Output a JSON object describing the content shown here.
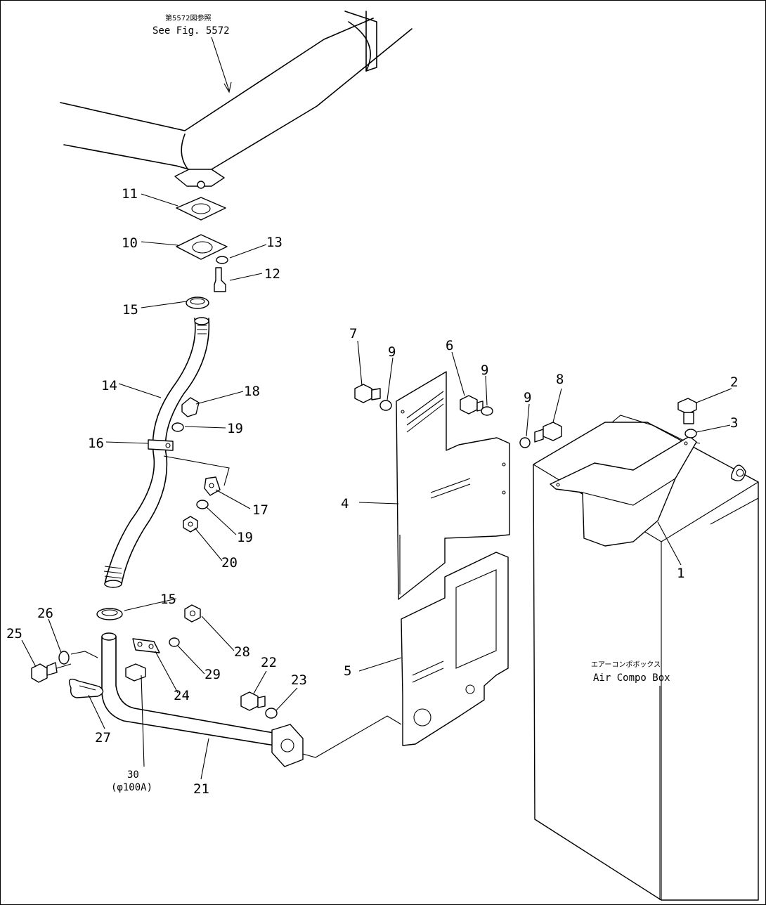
{
  "reference": {
    "jp": "第5572図参照",
    "en": "See Fig. 5572"
  },
  "air_box": {
    "jp": "エアーコンポボックス",
    "en": "Air Compo Box"
  },
  "item30": {
    "num": "30",
    "sub": "(φ100A)"
  },
  "callouts": [
    {
      "id": "c11",
      "text": "11"
    },
    {
      "id": "c10",
      "text": "10"
    },
    {
      "id": "c13",
      "text": "13"
    },
    {
      "id": "c12",
      "text": "12"
    },
    {
      "id": "c15a",
      "text": "15"
    },
    {
      "id": "c14",
      "text": "14"
    },
    {
      "id": "c18",
      "text": "18"
    },
    {
      "id": "c19a",
      "text": "19"
    },
    {
      "id": "c16",
      "text": "16"
    },
    {
      "id": "c17",
      "text": "17"
    },
    {
      "id": "c19b",
      "text": "19"
    },
    {
      "id": "c20",
      "text": "20"
    },
    {
      "id": "c15b",
      "text": "15"
    },
    {
      "id": "c26",
      "text": "26"
    },
    {
      "id": "c25",
      "text": "25"
    },
    {
      "id": "c28",
      "text": "28"
    },
    {
      "id": "c29",
      "text": "29"
    },
    {
      "id": "c24",
      "text": "24"
    },
    {
      "id": "c22",
      "text": "22"
    },
    {
      "id": "c23",
      "text": "23"
    },
    {
      "id": "c27",
      "text": "27"
    },
    {
      "id": "c21",
      "text": "21"
    },
    {
      "id": "c7",
      "text": "7"
    },
    {
      "id": "c9a",
      "text": "9"
    },
    {
      "id": "c6",
      "text": "6"
    },
    {
      "id": "c9b",
      "text": "9"
    },
    {
      "id": "c9c",
      "text": "9"
    },
    {
      "id": "c8",
      "text": "8"
    },
    {
      "id": "c2",
      "text": "2"
    },
    {
      "id": "c3",
      "text": "3"
    },
    {
      "id": "c4",
      "text": "4"
    },
    {
      "id": "c5",
      "text": "5"
    },
    {
      "id": "c1",
      "text": "1"
    }
  ]
}
